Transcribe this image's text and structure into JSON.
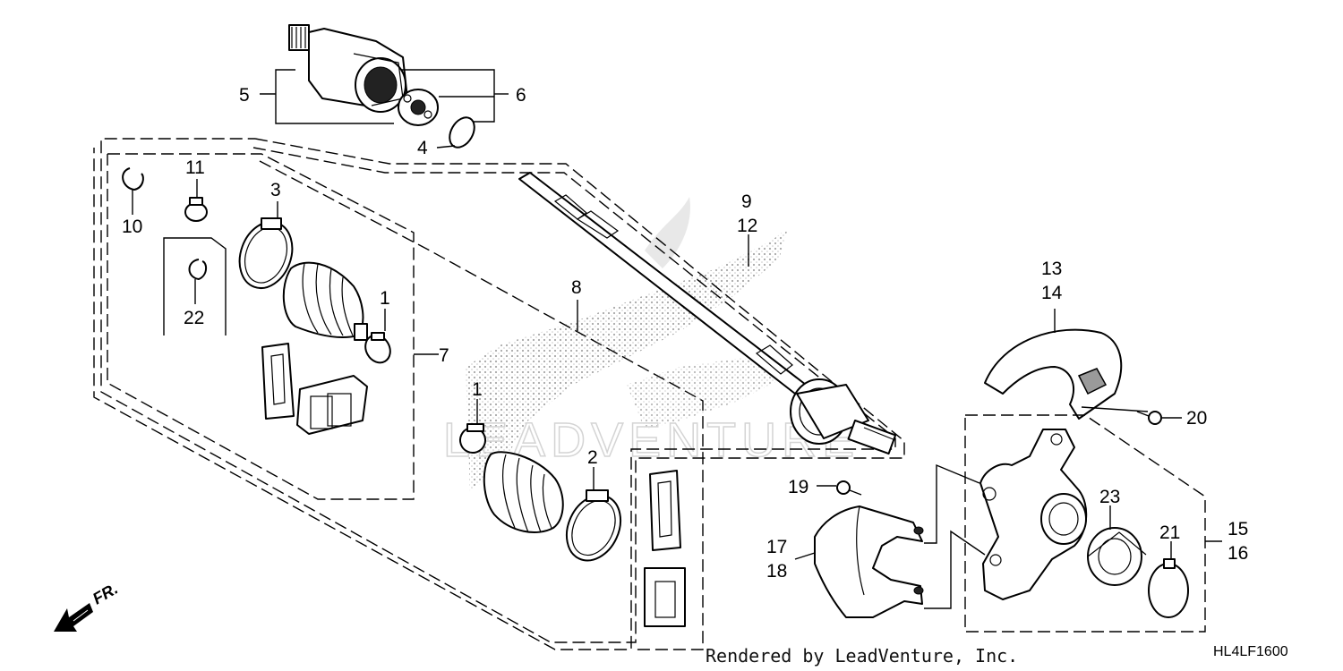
{
  "diagram": {
    "callouts": {
      "c1a": "1",
      "c1b": "1",
      "c2": "2",
      "c3": "3",
      "c4": "4",
      "c5": "5",
      "c6": "6",
      "c7": "7",
      "c8": "8",
      "c9": "9",
      "c10": "10",
      "c11": "11",
      "c12": "12",
      "c13": "13",
      "c14": "14",
      "c15": "15",
      "c16": "16",
      "c17": "17",
      "c18": "18",
      "c19": "19",
      "c20": "20",
      "c21": "21",
      "c22": "22",
      "c23": "23"
    },
    "direction_label": "FR.",
    "watermark_text": "LEADVENTURE",
    "footer_text": "Rendered by LeadVenture, Inc.",
    "diagram_code": "HL4LF1600"
  }
}
